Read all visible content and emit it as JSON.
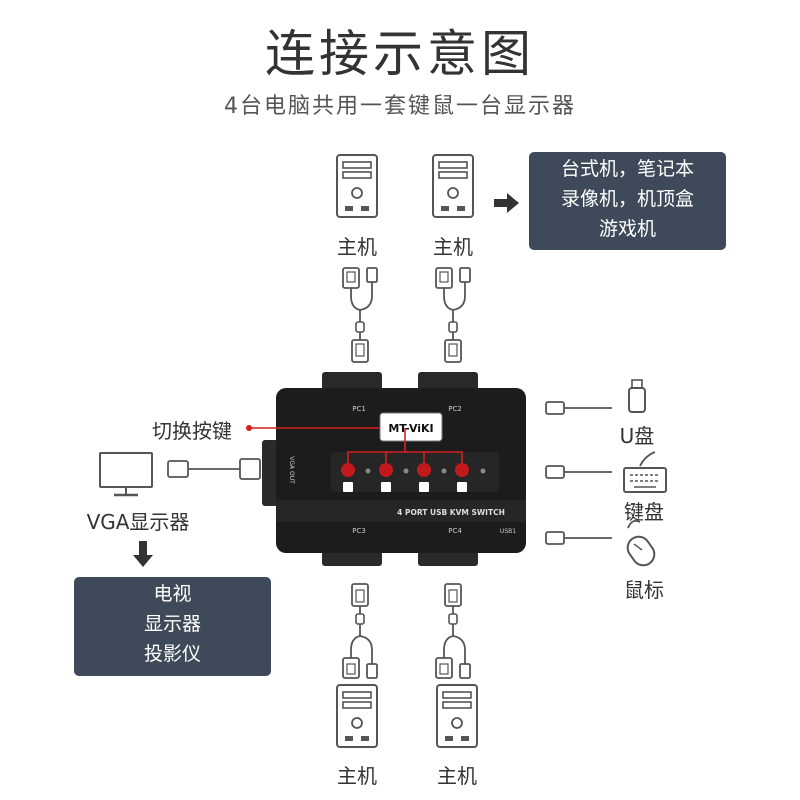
{
  "title": "连接示意图",
  "subtitle": "4台电脑共用一套键鼠一台显示器",
  "host_label": "主机",
  "devices_box": [
    "台式机，笔记本",
    "录像机，机顶盒",
    "游戏机"
  ],
  "display_box": [
    "电视",
    "显示器",
    "投影仪"
  ],
  "switch_label": "切换按键",
  "vga_label": "VGA显示器",
  "usb_label": "U盘",
  "keyboard_label": "键盘",
  "mouse_label": "鼠标",
  "kvm": {
    "brand": "MT-ViKI",
    "model": "4 PORT USB KVM SWITCH",
    "ports": [
      "PC1",
      "PC2",
      "PC3",
      "PC4"
    ],
    "vga_port": "VGA OUT",
    "usb_port": "USB1",
    "buttons": [
      "1",
      "2",
      "3",
      "4"
    ]
  },
  "colors": {
    "box": "#3e4a5a",
    "kvm_body": "#1c1c1c",
    "button": "#c2191c",
    "line_red": "#d62020",
    "icon": "#555555"
  }
}
